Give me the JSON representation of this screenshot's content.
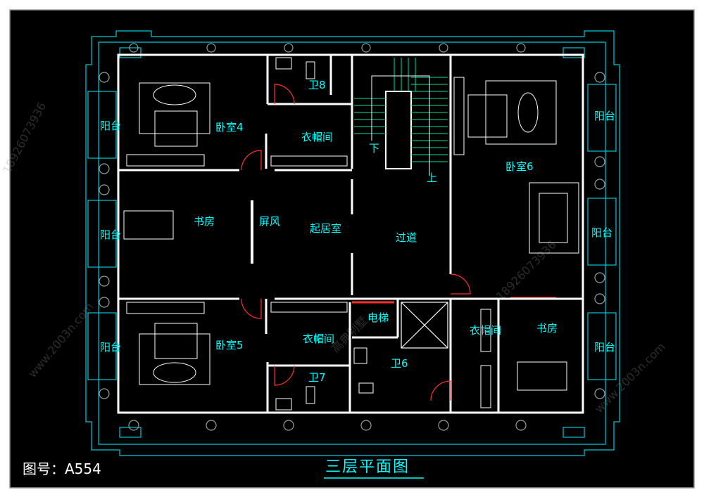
{
  "rooms": {
    "bedroom4": "卧室4",
    "wardrobe_top": "衣帽间",
    "bath8": "卫8",
    "stair_down": "下",
    "stair_up": "上",
    "bedroom6": "卧室6",
    "balcony_left_top": "阳台",
    "balcony_left_mid": "阳台",
    "balcony_left_bot": "阳台",
    "balcony_right_top": "阳台",
    "balcony_right_mid": "阳台",
    "balcony_right_bot": "阳台",
    "study_left": "书房",
    "screen": "屏风",
    "living": "起居室",
    "corridor": "过道",
    "elevator": "电梯",
    "bedroom5": "卧室5",
    "wardrobe_bottom": "衣帽间",
    "bath7": "卫7",
    "bath6": "卫6",
    "wardrobe_right": "衣帽间",
    "study_right": "书房"
  },
  "footer": {
    "drawing_number": "图号：A554",
    "title": "三层平面图"
  },
  "watermarks": {
    "phone": "18926073936",
    "site": "www.2003n.com",
    "brand": "高典别墅"
  },
  "colors": {
    "background": "#000000",
    "walls": "#ffffff",
    "outline": "#00c8d8",
    "windows": "#ff3030",
    "stairs": "#00e0a0",
    "labels": "#00ffff"
  }
}
